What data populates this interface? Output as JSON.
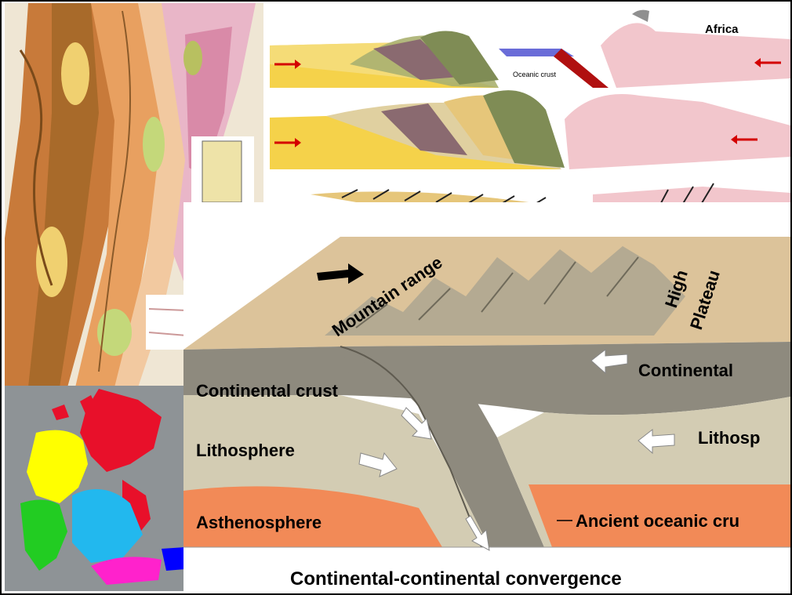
{
  "geologic_map": {
    "colors": [
      "#c87a3a",
      "#e8a060",
      "#f2c9a0",
      "#e9b6c8",
      "#d98aa8",
      "#f0d070",
      "#a86a2a",
      "#c4d87a",
      "#b8c060"
    ]
  },
  "cross_sections": {
    "africa_label": "Africa",
    "oceanic_crust_label": "Oceanic crust",
    "arrow_color": "#d40000"
  },
  "pangaea_map": {
    "colors": {
      "north_america": "#ffff00",
      "europe_asia": "#e8102a",
      "south_america": "#22cc22",
      "africa": "#22b8ee",
      "antarctica": "#ff22cc",
      "australia": "#0000ff"
    }
  },
  "convergence_diagram": {
    "mountain_range_label": "Mountain range",
    "high_label": "High",
    "plateau_label": "Plateau",
    "continental_crust_left": "Continental crust",
    "continental_crust_right": "Continental",
    "lithosphere_left": "Lithosphere",
    "lithosphere_right": "Lithosp",
    "asthenosphere_label": "Asthenosphere",
    "ancient_oceanic_crust_label": "Ancient oceanic cru",
    "caption": "Continental-continental convergence",
    "colors": {
      "surface": "#dcc39a",
      "crust": "#8e8a7e",
      "lithosphere": "#d3ccb3",
      "asthenosphere": "#f28a57"
    }
  }
}
